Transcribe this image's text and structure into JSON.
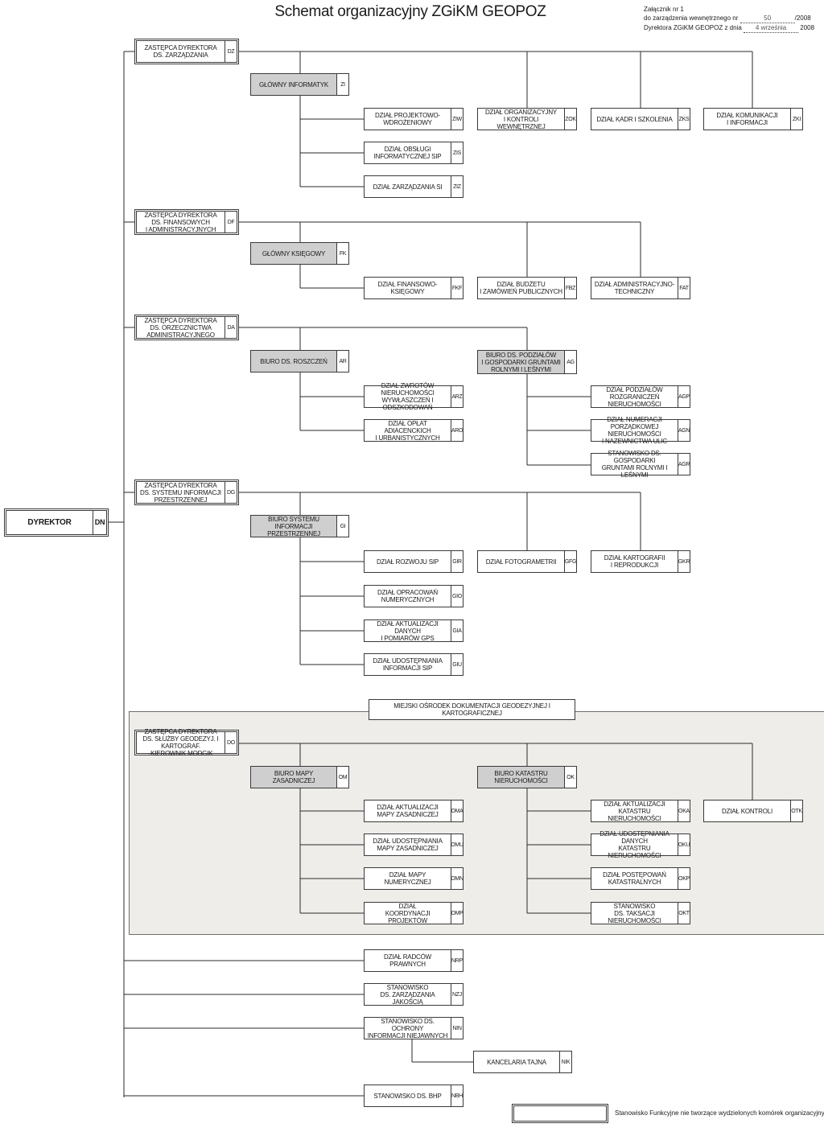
{
  "title": "Schemat organizacyjny ZGiKM GEOPOZ",
  "annex": {
    "line1": "Załącznik nr 1",
    "line2_prefix": "do zarządzenia wewnętrznego nr ",
    "line2_value": "50",
    "line2_suffix": "/2008",
    "line3_prefix": "Dyrektora ZGiKM GEOPOZ z dnia ",
    "line3_value": "4 września",
    "line3_suffix": " 2008"
  },
  "legend": "Stanowisko Funkcyjne nie tworzące wydzielonych komórek organizacyjnych",
  "units": {
    "DN": {
      "label": "DYREKTOR",
      "code": "DN"
    },
    "DZ": {
      "label": "ZASTĘPCA DYREKTORA\nDS. ZARZĄDZANIA",
      "code": "DZ"
    },
    "ZI": {
      "label": "GŁÓWNY INFORMATYK",
      "code": "ZI"
    },
    "ZIW": {
      "label": "DZIAŁ PROJEKTOWO-\nWDROŻENIOWY",
      "code": "ZIW"
    },
    "ZIS": {
      "label": "DZIAŁ OBSŁUGI\nINFORMATYCZNEJ SIP",
      "code": "ZIS"
    },
    "ZIZ": {
      "label": "DZIAŁ ZARZĄDZANIA SI",
      "code": "ZIZ"
    },
    "ZOK": {
      "label": "DZIAŁ ORGANIZACYJNY\nI KONTROLI WEWNĘTRZNEJ",
      "code": "ZOK"
    },
    "ZKS": {
      "label": "DZIAŁ KADR I SZKOLENIA",
      "code": "ZKS"
    },
    "ZKI": {
      "label": "DZIAŁ KOMUNIKACJI\nI INFORMACJI",
      "code": "ZKI"
    },
    "DF": {
      "label": "ZASTĘPCA DYREKTORA\nDS. FINANSOWYCH\nI ADMINISTRACYJNYCH",
      "code": "DF"
    },
    "FK": {
      "label": "GŁÓWNY KSIĘGOWY",
      "code": "FK"
    },
    "FKF": {
      "label": "DZIAŁ FINANSOWO-KSIĘGOWY",
      "code": "FKF"
    },
    "FBZ": {
      "label": "DZIAŁ BUDŻETU\nI ZAMÓWIEŃ PUBLICZNYCH",
      "code": "FBZ"
    },
    "FAT": {
      "label": "DZIAŁ ADMINISTRACYJNO-\nTECHNICZNY",
      "code": "FAT"
    },
    "DA": {
      "label": "ZASTĘPCA DYREKTORA\nDS. ORZECZNICTWA\nADMINISTRACYJNEGO",
      "code": "DA"
    },
    "AR": {
      "label": "BIURO DS. ROSZCZEŃ",
      "code": "AR"
    },
    "ARZ": {
      "label": "DZIAŁ ZWROTÓW NIERUCHOMOŚCI\nWYWŁASZCZEŃ I ODSZKODOWAŃ",
      "code": "ARZ"
    },
    "ARO": {
      "label": "DZIAŁ OPŁAT ADIACENCKICH\nI URBANISTYCZNYCH",
      "code": "ARO"
    },
    "AG": {
      "label": "BIURO DS. PODZIAŁÓW\nI GOSPODARKI GRUNTAMI\nROLNYMI I LEŚNYMI",
      "code": "AG"
    },
    "AGP": {
      "label": "DZIAŁ PODZIAŁÓW\nROZGRANICZEŃ NIERUCHOMOŚCI",
      "code": "AGP"
    },
    "AGN": {
      "label": "DZIAŁ NUMERACJI PORZĄDKOWEJ\nNIERUCHOMOŚCI\nI NAZEWNICTWA ULIC",
      "code": "AGN"
    },
    "AGR": {
      "label": "STANOWISKO DS. GOSPODARKI\nGRUNTAMI ROLNYMI I LEŚNYMI",
      "code": "AGR"
    },
    "DG": {
      "label": "ZASTĘPCA DYREKTORA\nDS. SYSTEMU INFORMACJI\nPRZESTRZENNEJ",
      "code": "DG"
    },
    "GI": {
      "label": "BIURO SYSTEMU\nINFORMACJI PRZESTRZENNEJ",
      "code": "GI"
    },
    "GIR": {
      "label": "DZIAŁ ROZWOJU SIP",
      "code": "GIR"
    },
    "GIO": {
      "label": "DZIAŁ OPRACOWAŃ\nNUMERYCZNYCH",
      "code": "GIO"
    },
    "GIA": {
      "label": "DZIAŁ AKTUALIZACJI DANYCH\nI POMIARÓW GPS",
      "code": "GIA"
    },
    "GIU": {
      "label": "DZIAŁ UDOSTĘPNIANIA\nINFORMACJI SIP",
      "code": "GIU"
    },
    "GFG": {
      "label": "DZIAŁ FOTOGRAMETRII",
      "code": "GFG"
    },
    "GKR": {
      "label": "DZIAŁ KARTOGRAFII\nI REPRODUKCJI",
      "code": "GKR"
    },
    "MODGIK": {
      "label": "MIEJSKI OŚRODEK DOKUMENTACJI GEODEZYJNEJ I KARTOGRAFICZNEJ"
    },
    "DO": {
      "label": "ZASTĘPCA DYREKTORA\nDS. SŁUŻBY GEODEZYJ. I KARTOGRAF.\n-KIEROWNIK MODGIK",
      "code": "DO"
    },
    "OM": {
      "label": "BIURO MAPY ZASADNICZEJ",
      "code": "OM"
    },
    "OMA": {
      "label": "DZIAŁ AKTUALIZACJI\nMAPY ZASADNICZEJ",
      "code": "OMA"
    },
    "OMU": {
      "label": "DZIAŁ UDOSTĘPNIANIA\nMAPY ZASADNICZEJ",
      "code": "OMU"
    },
    "OMN": {
      "label": "DZIAŁ MAPY NUMERYCZNEJ",
      "code": "OMN"
    },
    "OMP": {
      "label": "DZIAŁ\nKOORDYNACJI PROJEKTÓW",
      "code": "OMP"
    },
    "OK": {
      "label": "BIURO KATASTRU\nNIERUCHOMOŚCI",
      "code": "OK"
    },
    "OKA": {
      "label": "DZIAŁ AKTUALIZACJI\nKATASTRU NIERUCHOMOŚCI",
      "code": "OKA"
    },
    "OKU": {
      "label": "DZIAŁ UDOSTĘPNIANIA DANYCH\nKATASTRU NIERUCHOMOŚCI",
      "code": "OKU"
    },
    "OKP": {
      "label": "DZIAŁ POSTĘPOWAŃ\nKATASTRALNYCH",
      "code": "OKP"
    },
    "OKT": {
      "label": "STANOWISKO\nDS. TAKSACJI NIERUCHOMOŚCI",
      "code": "OKT"
    },
    "OTK": {
      "label": "DZIAŁ KONTROLI",
      "code": "OTK"
    },
    "NRP": {
      "label": "DZIAŁ RADCÓW PRAWNYCH",
      "code": "NRP"
    },
    "NZJ": {
      "label": "STANOWISKO\nDS. ZARZĄDZANIA JAKOŚCIĄ",
      "code": "NZJ"
    },
    "NIN": {
      "label": "STANOWISKO DS. OCHRONY\nINFORMACJI NIEJAWNYCH",
      "code": "NIN"
    },
    "NIK": {
      "label": "KANCELARIA TAJNA",
      "code": "NIK"
    },
    "NBH": {
      "label": "STANOWISKO DS. BHP",
      "code": "NBH"
    }
  }
}
